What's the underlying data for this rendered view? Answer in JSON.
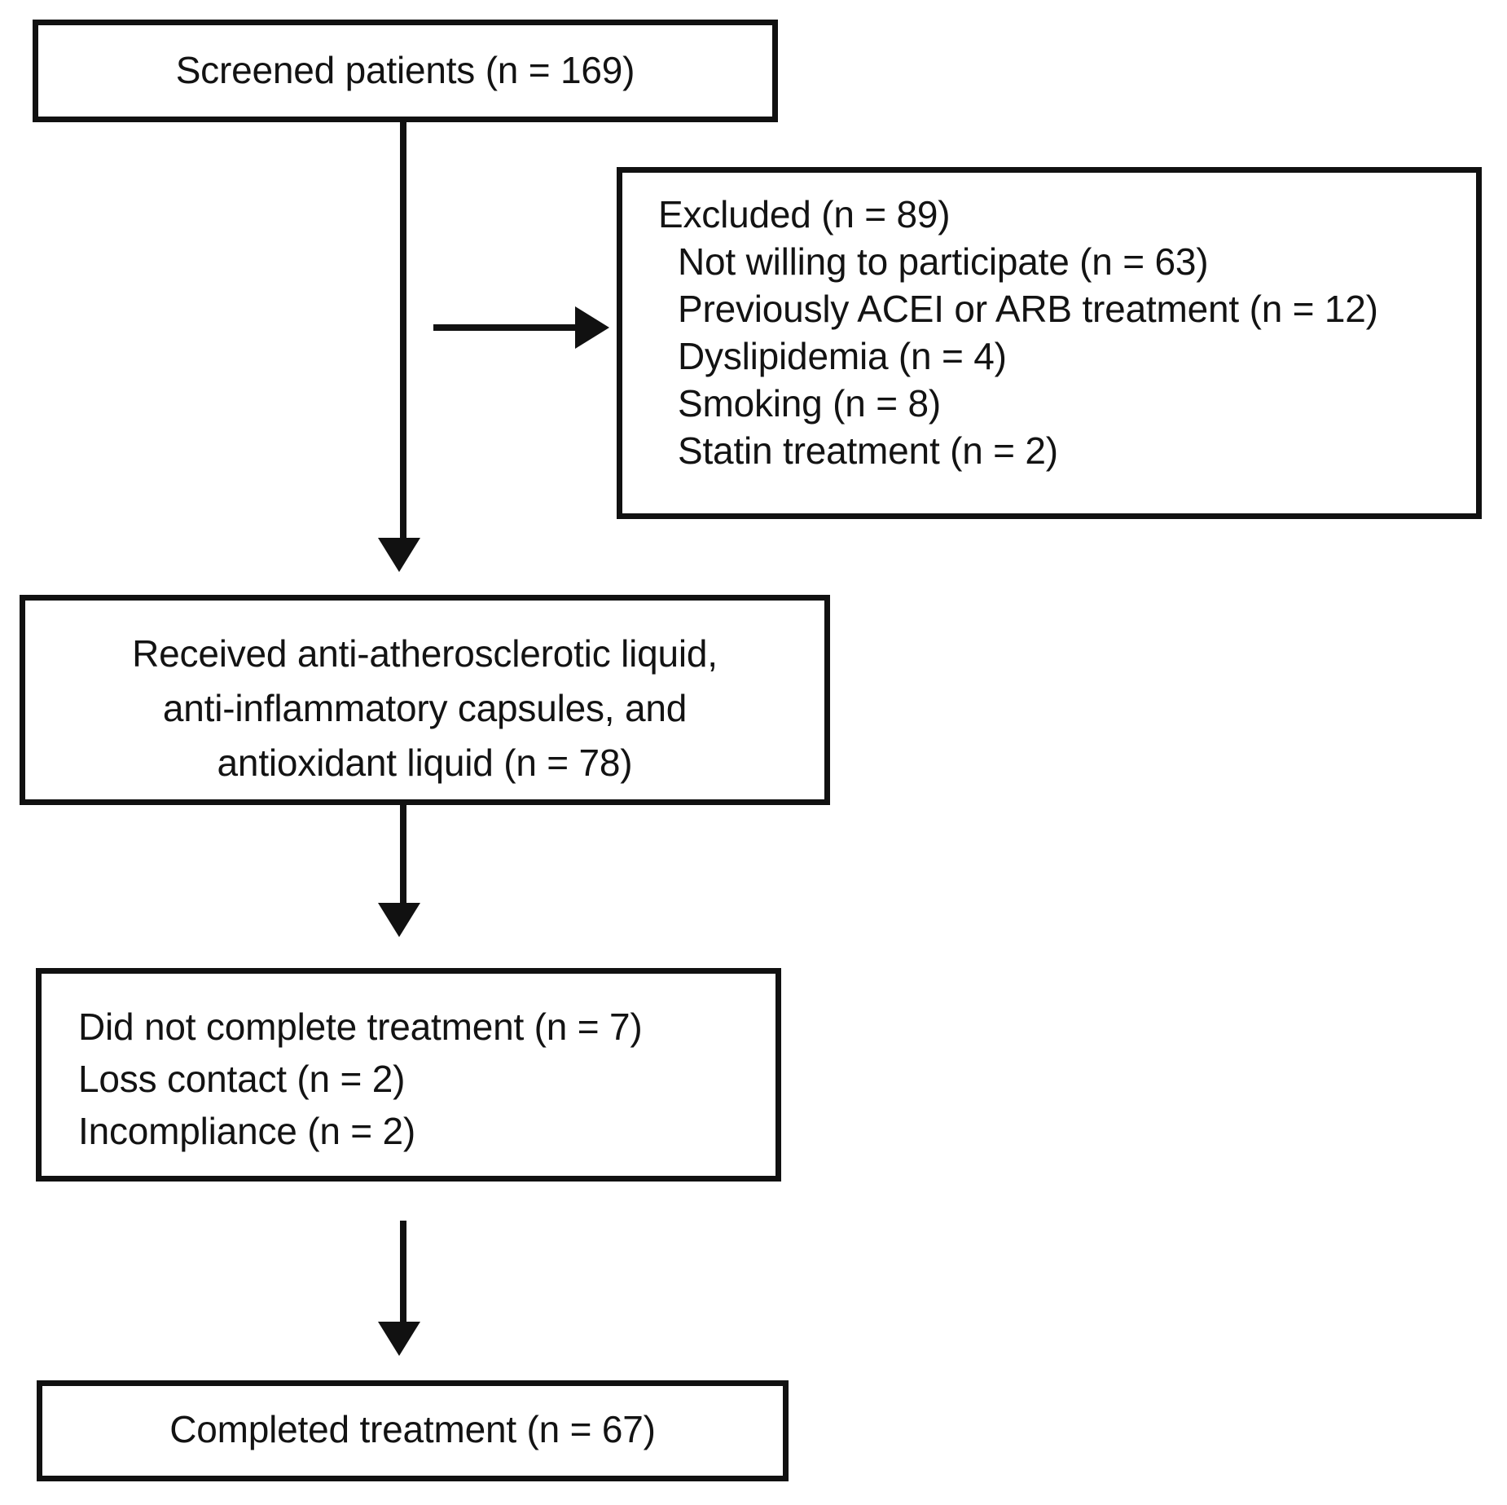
{
  "diagram": {
    "title": "CONSORT-style patient flow diagram",
    "colors": {
      "box_border": "#111111",
      "text": "#131313",
      "background": "#ffffff",
      "connector": "#111111"
    },
    "nodes": {
      "screened": {
        "label": "Screened patients (n = 169)",
        "n": 169
      },
      "excluded": {
        "heading": "Excluded (n = 89)",
        "n": 89,
        "reasons": [
          {
            "label": "Not willing to participate (n = 63)",
            "n": 63
          },
          {
            "label": "Previously ACEI or ARB treatment (n = 12)",
            "n": 12
          },
          {
            "label": "Dyslipidemia (n = 4)",
            "n": 4
          },
          {
            "label": "Smoking (n = 8)",
            "n": 8
          },
          {
            "label": "Statin treatment (n = 2)",
            "n": 2
          }
        ]
      },
      "received": {
        "lines": [
          "Received anti-atherosclerotic liquid,",
          "anti-inflammatory capsules, and",
          "antioxidant liquid (n = 78)"
        ],
        "n": 78
      },
      "dropout": {
        "lines": [
          "Did not complete treatment (n = 7)",
          "Loss contact (n = 2)",
          "Incompliance (n = 2)"
        ],
        "n": 7
      },
      "completed": {
        "label": "Completed treatment (n = 67)",
        "n": 67
      }
    },
    "connectors": [
      {
        "name": "screened-to-received",
        "type": "vertical-arrow"
      },
      {
        "name": "screened-to-excluded",
        "type": "horizontal-arrow"
      },
      {
        "name": "received-to-dropout",
        "type": "vertical-arrow"
      },
      {
        "name": "dropout-to-completed",
        "type": "vertical-arrow"
      }
    ]
  }
}
